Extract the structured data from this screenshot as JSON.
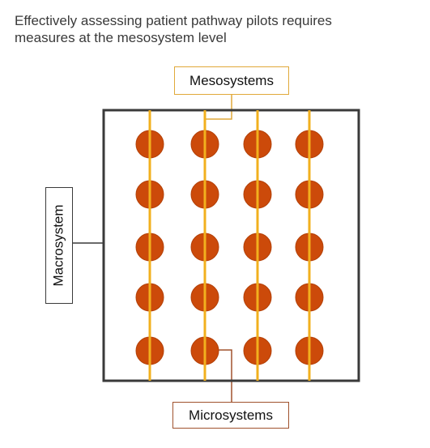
{
  "title_lines": [
    "Effectively assessing patient pathway pilots requires",
    "measures at the mesosystem level"
  ],
  "labels": {
    "mesosystems": "Mesosystems",
    "macrosystem": "Macrosystem",
    "microsystems": "Microsystems"
  },
  "grid": {
    "columns": 4,
    "rows": 5
  },
  "colors": {
    "frame": "#3a3a3a",
    "mesosystem_line": "#f2b01e",
    "microsystem_dot": "#cc4a0a",
    "microsystem_dot_edge": "#b34008",
    "meso_box_border": "#e0a93a",
    "micro_box_border": "#a0522d"
  }
}
